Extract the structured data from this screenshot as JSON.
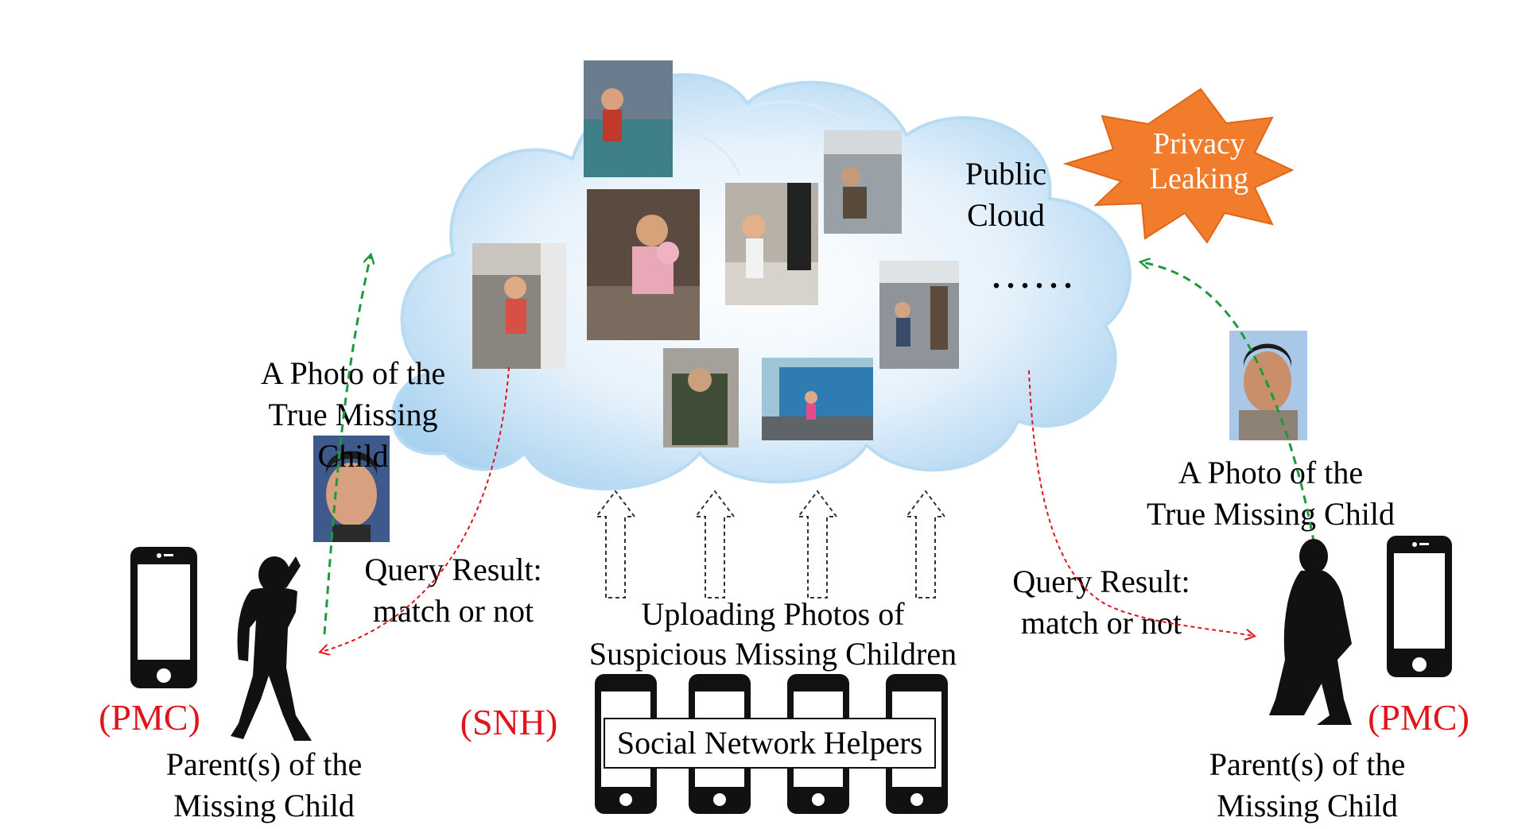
{
  "cloud": {
    "label_line1": "Public",
    "label_line2": "Cloud",
    "ellipsis": "......",
    "fill_color": "#c9e3f6",
    "photos": [
      {
        "name": "photo-child-in-crowd"
      },
      {
        "name": "photo-mother-with-child"
      },
      {
        "name": "photo-toddler-walking"
      },
      {
        "name": "photo-subway-passengers"
      },
      {
        "name": "photo-child-on-platform"
      },
      {
        "name": "photo-subway-car"
      },
      {
        "name": "photo-person-crouching"
      },
      {
        "name": "photo-bus-and-child"
      }
    ]
  },
  "privacy": {
    "line1": "Privacy",
    "line2": "Leaking",
    "color": "#f07c2c"
  },
  "left_side": {
    "photo_label_line1": "A Photo of the",
    "photo_label_line2": "True Missing",
    "photo_label_line3": "Child",
    "query_line1": "Query Result:",
    "query_line2": "match or not",
    "role_tag": "(PMC)",
    "parent_line1": "Parent(s) of the",
    "parent_line2": "Missing Child"
  },
  "right_side": {
    "photo_label_line1": "A Photo of the",
    "photo_label_line2": "True Missing Child",
    "query_line1": "Query Result:",
    "query_line2": "match or not",
    "role_tag": "(PMC)",
    "parent_line1": "Parent(s) of the",
    "parent_line2": "Missing Child"
  },
  "helpers": {
    "upload_line1": "Uploading Photos of",
    "upload_line2": "Suspicious Missing Children",
    "role_tag": "(SNH)",
    "box_label": "Social Network Helpers"
  },
  "colors": {
    "query_arrow": "#e1141b",
    "photo_arrow": "#1f9a3a",
    "role_tag": "#e1141b"
  }
}
